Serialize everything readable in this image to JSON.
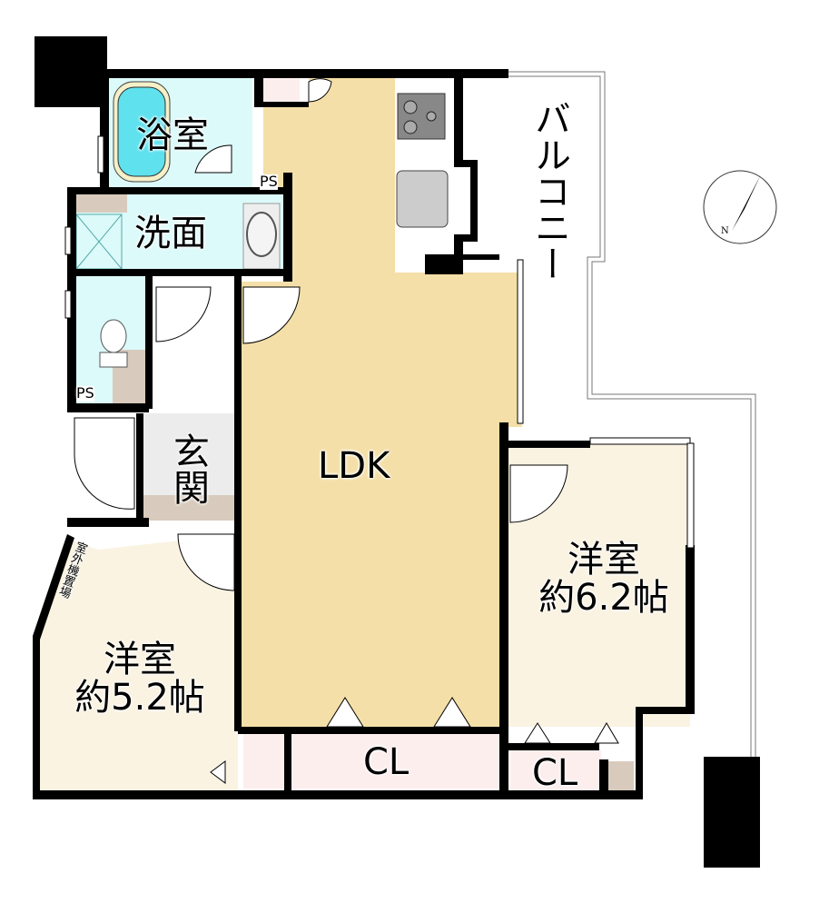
{
  "rooms": {
    "bath": "浴室",
    "washroom": "洗面",
    "ps_upper": "PS",
    "ps_lower": "PS",
    "entrance": "玄関",
    "ldk": "LDK",
    "balcony": "バルコニー",
    "western_room_1": {
      "name": "洋室",
      "size": "約6.2帖"
    },
    "western_room_2": {
      "name": "洋室",
      "size": "約5.2帖"
    },
    "closet_large": "CL",
    "closet_small": "CL",
    "outdoor_unit_space": "室外機置場"
  },
  "compass": {
    "label": "N",
    "icon": "north-arrow-icon"
  },
  "colors": {
    "wall": "#000000",
    "ldk": "#f5dfa8",
    "western_room": "#faf3e2",
    "wet_area": "#dcfafa",
    "closet": "#fdeeee",
    "storage": "#d8cbbd",
    "entrance_tile": "#ececec"
  }
}
